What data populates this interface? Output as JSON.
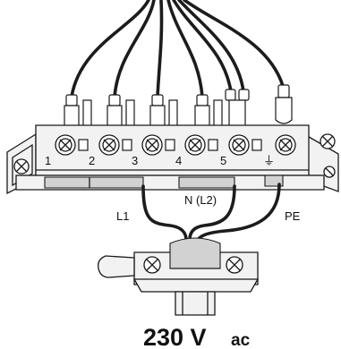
{
  "terminals": [
    {
      "label": "1"
    },
    {
      "label": "2"
    },
    {
      "label": "3"
    },
    {
      "label": "4"
    },
    {
      "label": "5"
    },
    {
      "label": "⏚"
    }
  ],
  "wires": {
    "l1": "L1",
    "n": "N (L2)",
    "pe": "PE"
  },
  "supply": {
    "voltage": "230 V",
    "unit": "ac"
  }
}
